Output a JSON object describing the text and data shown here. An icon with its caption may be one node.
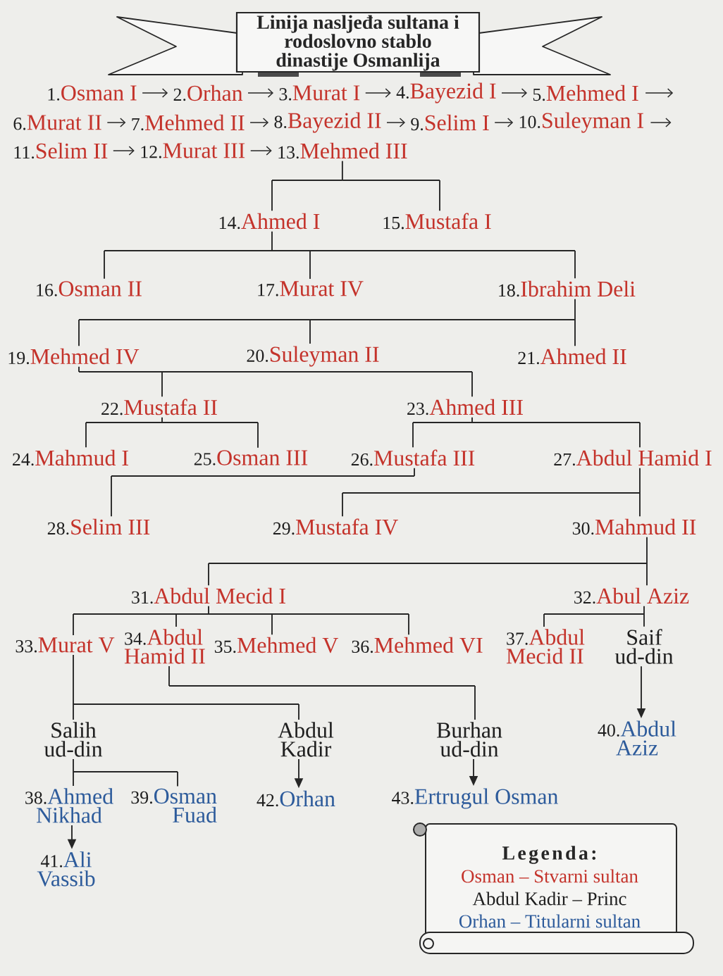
{
  "diagram": {
    "title": "Linija nasljeđa sultana i rodoslovno stablo dinastije Osmanlija",
    "nodes": [
      {
        "text": [
          "1.",
          "Osman I"
        ]
      },
      {
        "text": [
          "2.",
          "Orhan"
        ]
      },
      {
        "text": [
          "3.",
          "Murat I"
        ]
      },
      {
        "text": [
          "4.",
          "Bayezid I"
        ]
      },
      {
        "text": [
          "5.",
          "Mehmed I"
        ]
      },
      {
        "text": [
          "6.",
          "Murat II"
        ]
      },
      {
        "text": [
          "7.",
          "Mehmed II"
        ]
      },
      {
        "text": [
          "8.",
          "Bayezid II"
        ]
      },
      {
        "text": [
          "9.",
          "Selim I"
        ]
      },
      {
        "text": [
          "10.",
          "Suleyman I"
        ]
      },
      {
        "text": [
          "11.",
          "Selim II"
        ]
      },
      {
        "text": [
          "12.",
          "Murat III"
        ]
      },
      {
        "text": [
          "13.",
          "Mehmed III"
        ]
      },
      {
        "text": [
          "14.",
          "Ahmed I"
        ]
      },
      {
        "text": [
          "15.",
          "Mustafa I"
        ]
      },
      {
        "text": [
          "16.",
          "Osman II"
        ]
      },
      {
        "text": [
          "17.",
          "Murat IV"
        ]
      },
      {
        "text": [
          "18.",
          "Ibrahim Deli"
        ]
      },
      {
        "text": [
          "19.",
          "Mehmed IV"
        ]
      },
      {
        "text": [
          "20.",
          "Suleyman II"
        ]
      },
      {
        "text": [
          "21.",
          "Ahmed II"
        ]
      },
      {
        "text": [
          "22.",
          "Mustafa II"
        ]
      },
      {
        "text": [
          "23.",
          "Ahmed III"
        ]
      },
      {
        "text": [
          "24.",
          "Mahmud I"
        ]
      },
      {
        "text": [
          "25.",
          "Osman III"
        ]
      },
      {
        "text": [
          "26.",
          "Mustafa III"
        ]
      },
      {
        "text": [
          "27.",
          "Abdul Hamid I"
        ]
      },
      {
        "text": [
          "28.",
          "Selim III"
        ]
      },
      {
        "text": [
          "29.",
          "Mustafa IV"
        ]
      },
      {
        "text": [
          "30.",
          "Mahmud II"
        ]
      },
      {
        "text": [
          "31.",
          "Abdul Mecid I"
        ]
      },
      {
        "text": [
          "32.",
          "Abul Aziz"
        ]
      },
      {
        "text": [
          "33.",
          "Murat V"
        ]
      },
      {
        "text": [
          "34.",
          "Abdul Hamid II"
        ]
      },
      {
        "text": [
          "35.",
          "Mehmed V"
        ]
      },
      {
        "text": [
          "36.",
          "Mehmed VI"
        ]
      },
      {
        "text": [
          "37.",
          "Abdul Mecid II"
        ]
      },
      {
        "text": [
          "Saif ud-din"
        ]
      },
      {
        "text": [
          "Salih ud-din"
        ]
      },
      {
        "text": [
          "Abdul Kadir"
        ]
      },
      {
        "text": [
          "Burhan ud-din"
        ]
      },
      {
        "text": [
          "40.",
          "Abdul Aziz"
        ]
      },
      {
        "text": [
          "38.",
          "Ahmed Nikhad"
        ]
      },
      {
        "text": [
          "39.",
          "Osman Fuad"
        ]
      },
      {
        "text": [
          "42.",
          "Orhan"
        ]
      },
      {
        "text": [
          "43.",
          "Ertrugul Osman"
        ]
      },
      {
        "text": [
          "41.",
          "Ali Vassib"
        ]
      }
    ],
    "edges": [
      {
        "from": 0,
        "to": 1,
        "arrow": "to"
      },
      {
        "from": 1,
        "to": 2,
        "arrow": "to"
      },
      {
        "from": 2,
        "to": 3,
        "arrow": "to"
      },
      {
        "from": 3,
        "to": 4,
        "arrow": "to"
      },
      {
        "from": 4,
        "to": null,
        "arrow": "to"
      },
      {
        "from": 5,
        "to": 6,
        "arrow": "to"
      },
      {
        "from": 6,
        "to": 7,
        "arrow": "to"
      },
      {
        "from": 7,
        "to": 8,
        "arrow": "to"
      },
      {
        "from": 8,
        "to": 9,
        "arrow": "to"
      },
      {
        "from": 9,
        "to": null,
        "arrow": "to"
      },
      {
        "from": 10,
        "to": 11,
        "arrow": "to"
      },
      {
        "from": 11,
        "to": 12,
        "arrow": "to"
      },
      {
        "from": 12,
        "to": 13,
        "arrow": "none"
      },
      {
        "from": 12,
        "to": 14,
        "arrow": "none"
      },
      {
        "from": 13,
        "to": 15,
        "arrow": "none"
      },
      {
        "from": 13,
        "to": 16,
        "arrow": "none"
      },
      {
        "from": 13,
        "to": 17,
        "arrow": "none"
      },
      {
        "from": 17,
        "to": 18,
        "arrow": "none"
      },
      {
        "from": 17,
        "to": 19,
        "arrow": "none"
      },
      {
        "from": 17,
        "to": 20,
        "arrow": "none"
      },
      {
        "from": 18,
        "to": 21,
        "arrow": "none"
      },
      {
        "from": 18,
        "to": 22,
        "arrow": "none"
      },
      {
        "from": 21,
        "to": 23,
        "arrow": "none"
      },
      {
        "from": 21,
        "to": 24,
        "arrow": "none"
      },
      {
        "from": 22,
        "to": 25,
        "arrow": "none"
      },
      {
        "from": 22,
        "to": 26,
        "arrow": "none"
      },
      {
        "from": 25,
        "to": 27,
        "arrow": "none"
      },
      {
        "from": 26,
        "to": 28,
        "arrow": "none"
      },
      {
        "from": 26,
        "to": 29,
        "arrow": "none"
      },
      {
        "from": 29,
        "to": 30,
        "arrow": "none"
      },
      {
        "from": 29,
        "to": 31,
        "arrow": "none"
      },
      {
        "from": 30,
        "to": 32,
        "arrow": "none"
      },
      {
        "from": 30,
        "to": 33,
        "arrow": "none"
      },
      {
        "from": 30,
        "to": 34,
        "arrow": "none"
      },
      {
        "from": 30,
        "to": 35,
        "arrow": "none"
      },
      {
        "from": 31,
        "to": 36,
        "arrow": "none"
      },
      {
        "from": 31,
        "to": 37,
        "arrow": "none"
      },
      {
        "from": 37,
        "to": 41,
        "arrow": "to"
      },
      {
        "from": 32,
        "to": 38,
        "arrow": "none"
      },
      {
        "from": 32,
        "to": 39,
        "arrow": "none"
      },
      {
        "from": 33,
        "to": 40,
        "arrow": "none"
      },
      {
        "from": 38,
        "to": 42,
        "arrow": "none"
      },
      {
        "from": 38,
        "to": 43,
        "arrow": "none"
      },
      {
        "from": 39,
        "to": 44,
        "arrow": "to"
      },
      {
        "from": 40,
        "to": 45,
        "arrow": "to"
      },
      {
        "from": 42,
        "to": 46,
        "arrow": "to"
      }
    ],
    "labels": [
      "Legenda:"
    ],
    "legend": [
      {
        "text": "Osman – Stvarni sultan",
        "color": "#c4332b"
      },
      {
        "text": "Abdul Kadir – Princ",
        "color": "#1f1f1f"
      },
      {
        "text": "Orhan – Titularni sultan",
        "color": "#2d5b9b"
      }
    ]
  }
}
